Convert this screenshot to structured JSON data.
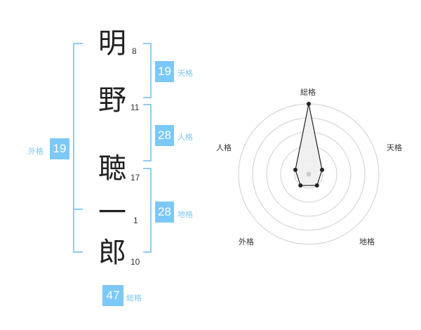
{
  "name": {
    "chars": [
      {
        "char": "明",
        "strokes": "8"
      },
      {
        "char": "野",
        "strokes": "11"
      },
      {
        "char": "聴",
        "strokes": "17"
      },
      {
        "char": "一",
        "strokes": "1"
      },
      {
        "char": "郎",
        "strokes": "10"
      }
    ]
  },
  "fortune": {
    "tenkaku": {
      "value": "19",
      "label": "天格"
    },
    "jinkaku": {
      "value": "28",
      "label": "人格"
    },
    "chikaku": {
      "value": "28",
      "label": "地格"
    },
    "gaikaku": {
      "value": "19",
      "label": "外格"
    },
    "soukaku": {
      "value": "47",
      "label": "総格"
    }
  },
  "radar": {
    "axes": [
      "総格",
      "天格",
      "地格",
      "外格",
      "人格"
    ],
    "levels": [
      5,
      1,
      1,
      1,
      1
    ],
    "max": 5
  },
  "colors": {
    "accent": "#7cc8f6",
    "bracket": "#8fcdf2"
  }
}
